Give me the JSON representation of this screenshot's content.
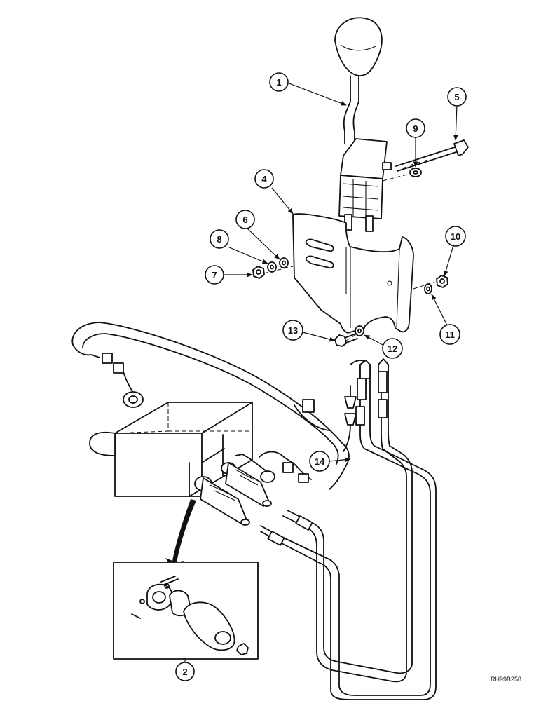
{
  "diagram": {
    "callouts": [
      "1",
      "2",
      "4",
      "5",
      "6",
      "7",
      "8",
      "9",
      "10",
      "11",
      "12",
      "13",
      "14"
    ],
    "reference_code": "RH99B258"
  }
}
